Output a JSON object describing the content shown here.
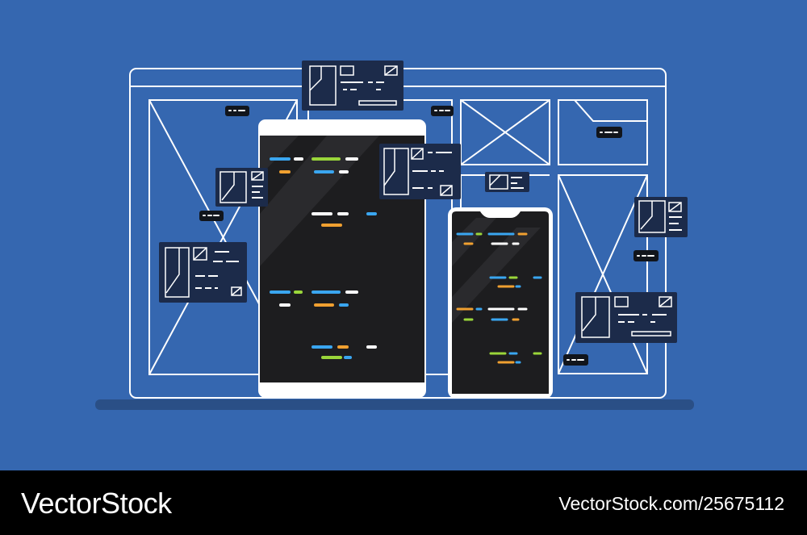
{
  "colors": {
    "background": "#3567b0",
    "footer": "#000000",
    "outline": "#ffffff",
    "card": "#1c2b4a",
    "screen": "#1d1d1f",
    "code_blue": "#3aa6f0",
    "code_green": "#9ad63a",
    "code_orange": "#f0a030",
    "code_white": "#ffffff"
  },
  "illustration": {
    "name": "wireframe-with-tablet-and-phone",
    "icons": [
      "browser-wireframe",
      "tablet-device",
      "smartphone-device",
      "ui-card",
      "tooltip-chip"
    ]
  },
  "watermark": {
    "brand": "VectorStock",
    "image_id": "VectorStock.com/25675112"
  }
}
